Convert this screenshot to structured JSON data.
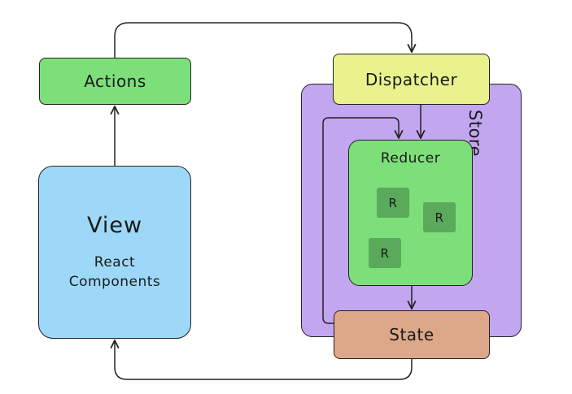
{
  "diagram": {
    "store": {
      "label": "Store"
    },
    "actions": {
      "label": "Actions"
    },
    "dispatcher": {
      "label": "Dispatcher"
    },
    "view": {
      "title": "View",
      "subtitle_line1": "React",
      "subtitle_line2": "Components"
    },
    "reducer": {
      "label": "Reducer",
      "items": [
        "R",
        "R",
        "R"
      ]
    },
    "state": {
      "label": "State"
    },
    "colors": {
      "store": "#c2a6ef",
      "actions": "#7ddf7a",
      "dispatcher": "#eaf28d",
      "view": "#9ed8f8",
      "reducer": "#7ddf7a",
      "reducer_item": "#5ba95a",
      "state": "#dda789",
      "stroke": "#222222"
    }
  }
}
